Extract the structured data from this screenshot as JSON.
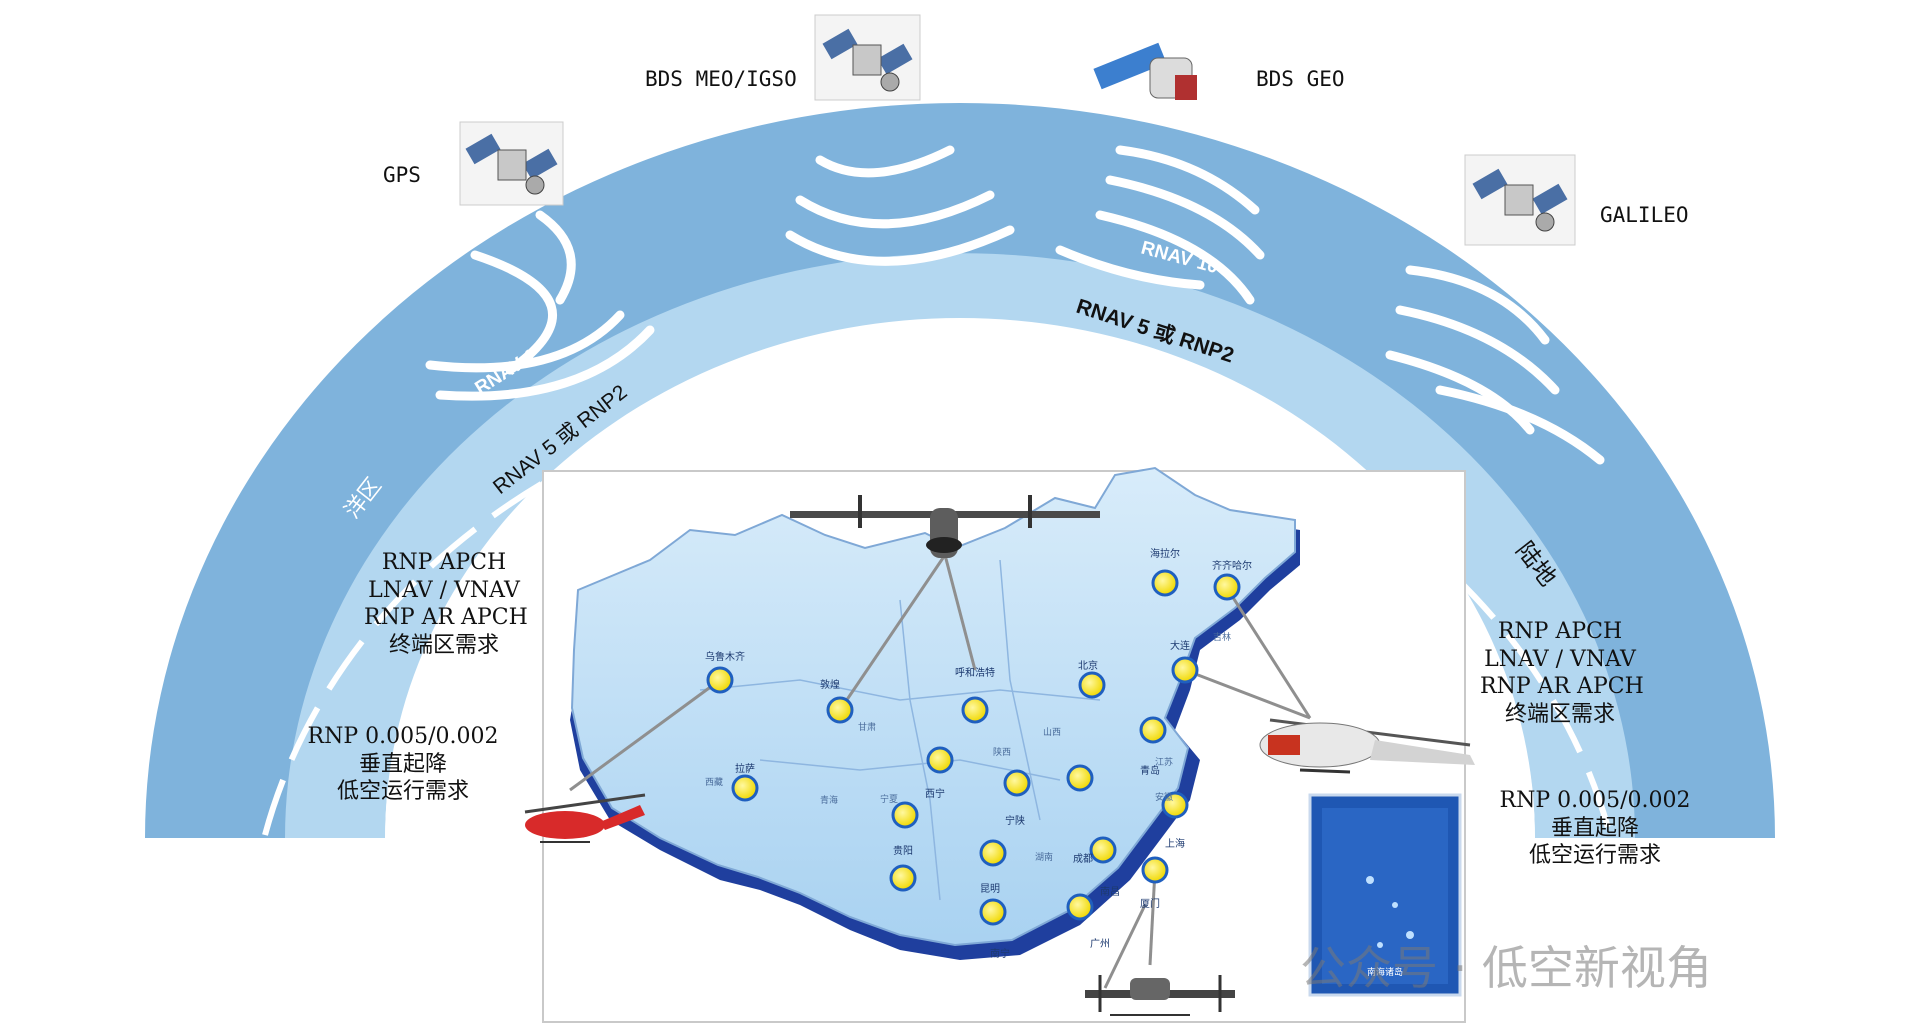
{
  "satellites": {
    "gps": "GPS",
    "bds_meo_igso": "BDS MEO/IGSO",
    "bds_geo": "BDS GEO",
    "galileo": "GALILEO"
  },
  "arc": {
    "outer_band_left": "RNAV 1",
    "outer_band_right": "RNAV 10",
    "inner_band_left": "RNAV 5  或 RNP2",
    "inner_band_right": "RNAV 5 或 RNP2",
    "ocean_zone": "洋区",
    "land_zone": "陆地"
  },
  "left_requirements": {
    "terminal": [
      "RNP APCH",
      "LNAV / VNAV",
      "RNP AR APCH",
      "终端区需求"
    ],
    "low_altitude": [
      "RNP 0.005/0.002",
      "垂直起降",
      "低空运行需求"
    ]
  },
  "right_requirements": {
    "terminal": [
      "RNP APCH",
      "LNAV / VNAV",
      "RNP AR APCH",
      "终端区需求"
    ],
    "low_altitude": [
      "RNP 0.005/0.002",
      "垂直起降",
      "低空运行需求"
    ]
  },
  "map_cities": [
    "乌鲁木齐",
    "敦煌",
    "呼和浩特",
    "北京",
    "齐齐哈尔",
    "海拉尔",
    "大连",
    "青岛",
    "拉萨",
    "西宁",
    "宁陕",
    "成都",
    "贵阳",
    "昆明",
    "南昌",
    "上海",
    "广州",
    "南宁",
    "厦门"
  ],
  "map_regions": [
    "西藏",
    "青海",
    "甘肃",
    "宁夏",
    "山西",
    "陕西",
    "湖南",
    "吉林",
    "江苏",
    "安徽"
  ],
  "inset_label": "南海诸岛",
  "watermark": "公众号 · 低空新视角",
  "colors": {
    "outer_band": "#7fb3dc",
    "inner_band": "#b3d7f0",
    "map_fill": "#cfe6f7",
    "map_edge": "#1f3f9e",
    "city_marker": "#f4e33a"
  }
}
